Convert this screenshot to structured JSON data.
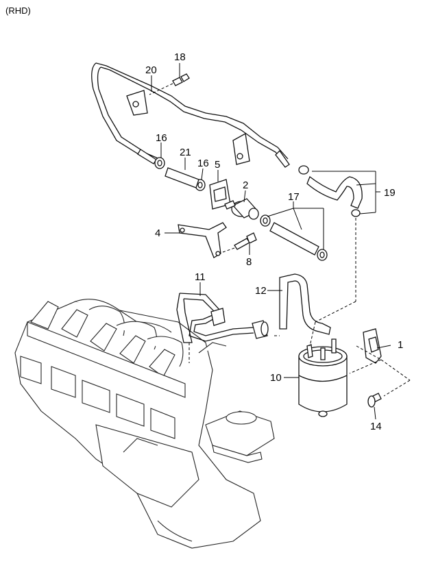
{
  "header": {
    "variant": "(RHD)"
  },
  "callouts": {
    "p1": "1",
    "p2": "2",
    "p4": "4",
    "p5": "5",
    "p8": "8",
    "p10": "10",
    "p11": "11",
    "p12": "12",
    "p14": "14",
    "p16a": "16",
    "p16b": "16",
    "p17": "17",
    "p18": "18",
    "p19": "19",
    "p20": "20",
    "p21": "21"
  }
}
